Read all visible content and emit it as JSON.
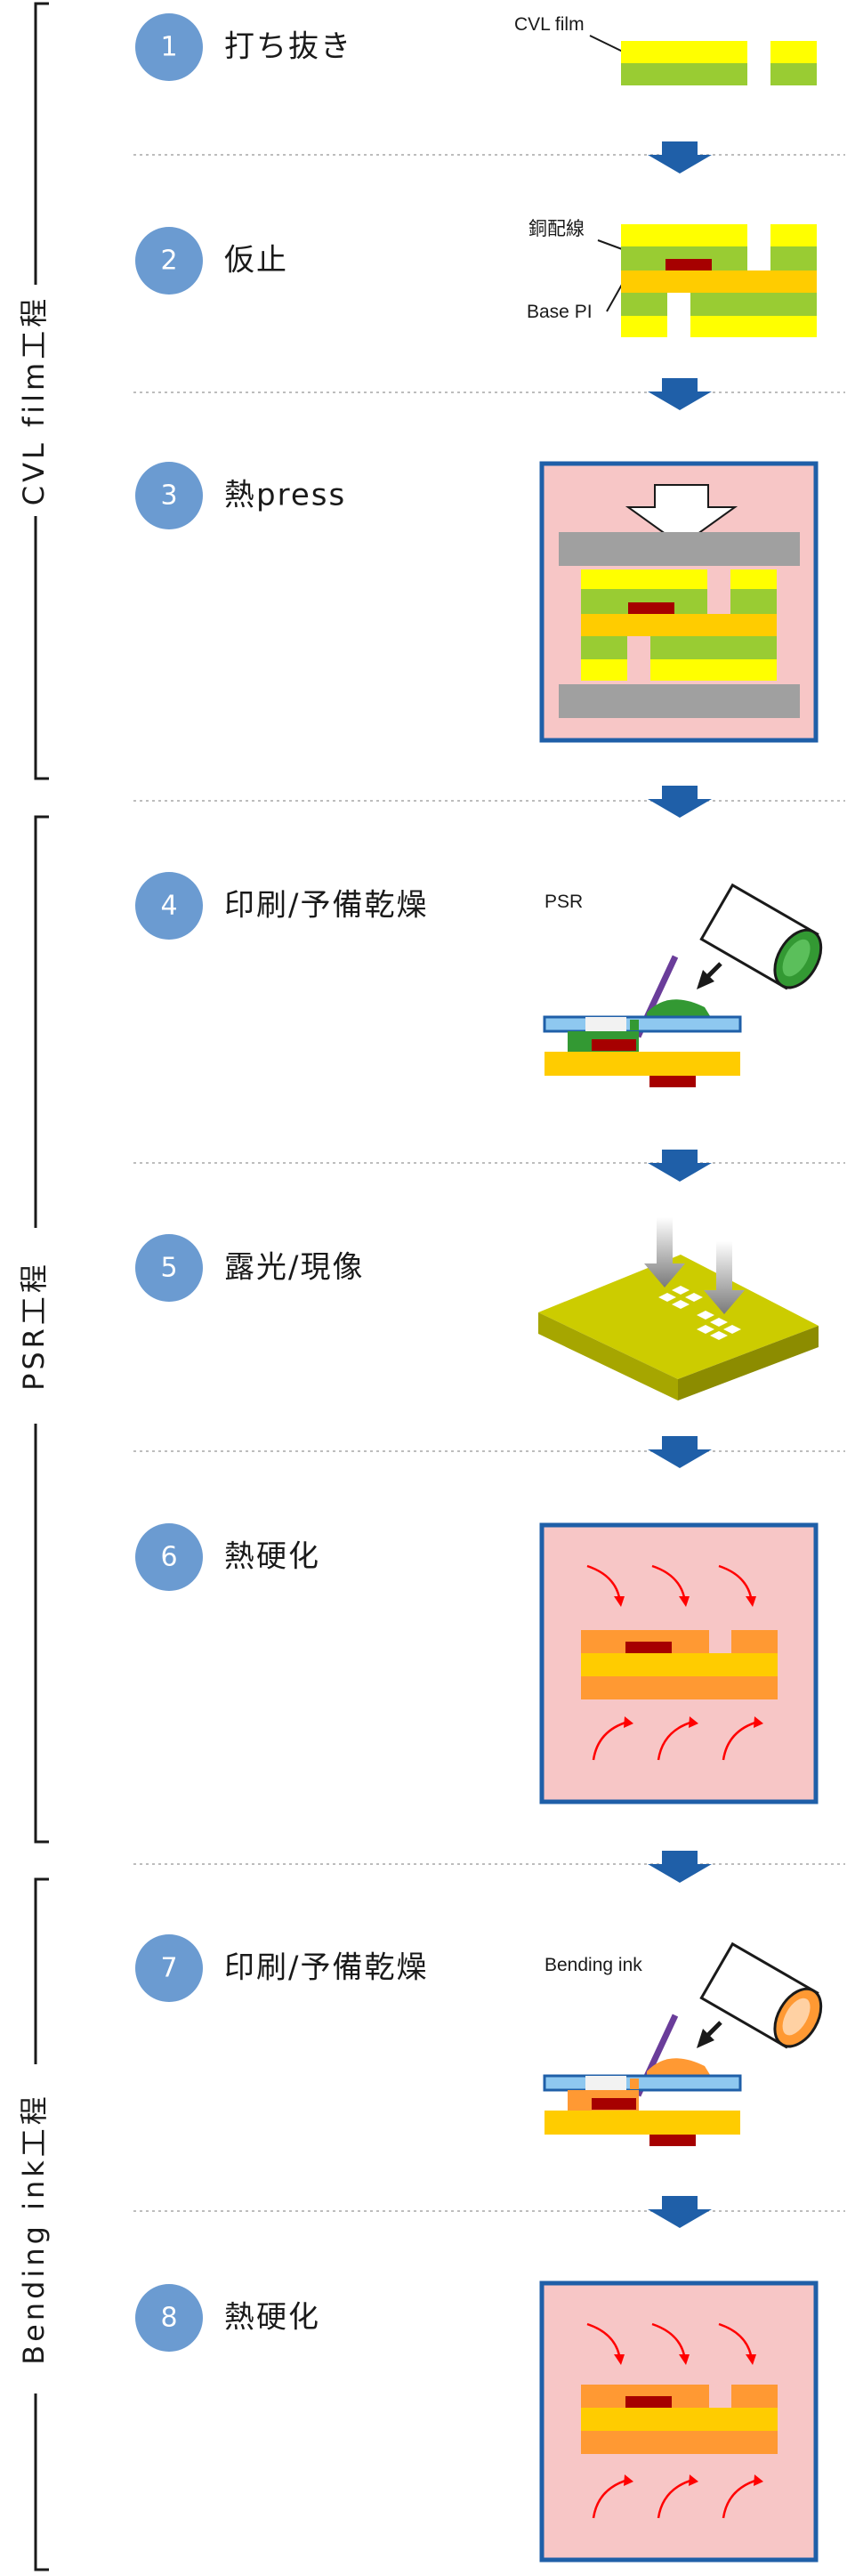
{
  "colors": {
    "step_circle": "#6b9bd1",
    "arrow": "#1f5fa8",
    "frame_border": "#1f5fa8",
    "frame_fill": "#f7c6c6",
    "yellow": "#ffff00",
    "green": "#99cc33",
    "orange": "#ffcc00",
    "copper": "#a60000",
    "press": "#a0a0a0",
    "psr_green": "#339933",
    "bending_orange": "#ff9933",
    "heat_arrow": "#ff0000"
  },
  "groups": [
    {
      "label": "CVL film工程"
    },
    {
      "label": "PSR工程"
    },
    {
      "label": "Bending ink工程"
    }
  ],
  "steps": [
    {
      "num": "1",
      "label": "打ち抜き"
    },
    {
      "num": "2",
      "label": "仮止"
    },
    {
      "num": "3",
      "label": "熱press"
    },
    {
      "num": "4",
      "label": "印刷/予備乾燥"
    },
    {
      "num": "5",
      "label": "露光/現像"
    },
    {
      "num": "6",
      "label": "熱硬化"
    },
    {
      "num": "7",
      "label": "印刷/予備乾燥"
    },
    {
      "num": "8",
      "label": "熱硬化"
    }
  ],
  "callouts": {
    "cvl_film": "CVL film",
    "copper_line": "銅配線",
    "base_pi": "Base PI",
    "psr": "PSR",
    "bending_ink": "Bending ink"
  }
}
